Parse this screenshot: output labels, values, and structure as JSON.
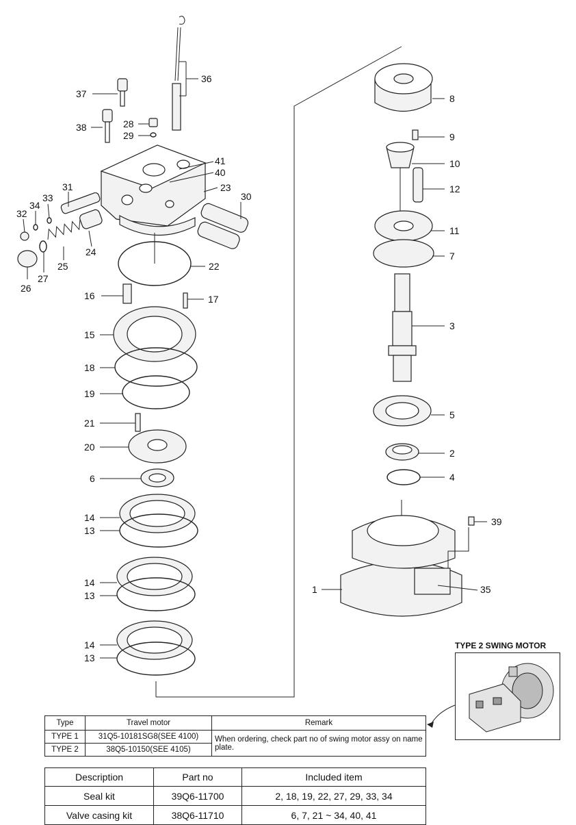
{
  "callouts": {
    "c1": "1",
    "c2": "2",
    "c3": "3",
    "c4": "4",
    "c5": "5",
    "c6": "6",
    "c7": "7",
    "c8": "8",
    "c9": "9",
    "c10": "10",
    "c11": "11",
    "c12": "12",
    "c13a": "13",
    "c13b": "13",
    "c13c": "13",
    "c14a": "14",
    "c14b": "14",
    "c14c": "14",
    "c15": "15",
    "c16": "16",
    "c17": "17",
    "c18": "18",
    "c19": "19",
    "c20": "20",
    "c21": "21",
    "c22": "22",
    "c23": "23",
    "c24": "24",
    "c25": "25",
    "c26": "26",
    "c27": "27",
    "c28": "28",
    "c29": "29",
    "c30": "30",
    "c31": "31",
    "c32": "32",
    "c33": "33",
    "c34": "34",
    "c35": "35",
    "c36": "36",
    "c37": "37",
    "c38": "38",
    "c39": "39",
    "c40": "40",
    "c41": "41"
  },
  "inset": {
    "title": "TYPE 2 SWING MOTOR"
  },
  "type_table": {
    "headers": [
      "Type",
      "Travel motor",
      "Remark"
    ],
    "rows": [
      [
        "TYPE 1",
        "31Q5-10181SG8(SEE 4100)"
      ],
      [
        "TYPE 2",
        "38Q5-10150(SEE 4105)"
      ]
    ],
    "remark": "When ordering, check part no of swing motor assy on name plate."
  },
  "kit_table": {
    "headers": [
      "Description",
      "Part no",
      "Included item"
    ],
    "rows": [
      [
        "Seal kit",
        "39Q6-11700",
        "2, 18, 19, 22, 27, 29, 33, 34"
      ],
      [
        "Valve casing kit",
        "38Q6-11710",
        "6, 7, 21 ~ 34, 40, 41"
      ]
    ]
  }
}
